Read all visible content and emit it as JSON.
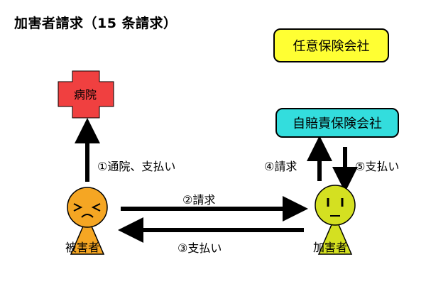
{
  "title": "加害者請求（15 条請求）",
  "hospital": {
    "label": "病院",
    "color": "#f04040"
  },
  "boxes": {
    "nini_hoken": {
      "label": "任意保険会社",
      "color": "#ffff33"
    },
    "jibaiseki_hoken": {
      "label": "自賠責保険会社",
      "color": "#33dddd"
    }
  },
  "persons": {
    "victim": {
      "label": "被害者",
      "color": "#f5a623",
      "expression": "pained"
    },
    "perpetrator": {
      "label": "加害者",
      "color": "#d4e021",
      "expression": "neutral"
    }
  },
  "flows": {
    "f1": {
      "label": "①通院、支払い"
    },
    "f2": {
      "label": "②請求"
    },
    "f3": {
      "label": "③支払い"
    },
    "f4": {
      "label": "④請求"
    },
    "f5": {
      "label": "⑤支払い"
    }
  }
}
